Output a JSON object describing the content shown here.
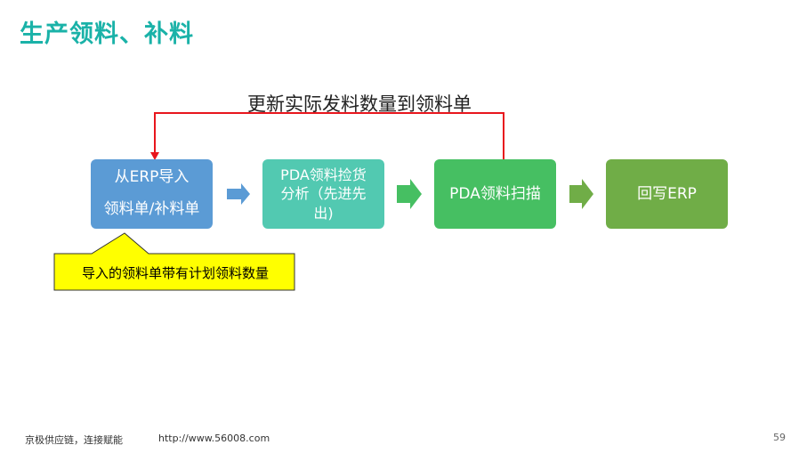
{
  "title": "生产领料、补料",
  "feedback_label": "更新实际发料数量到领料单",
  "steps": [
    {
      "lines": [
        "从ERP导入",
        "领料单/补料单"
      ],
      "color": "#5b9bd5"
    },
    {
      "lines": [
        "PDA领料捡货",
        "分析（先进先",
        "出)"
      ],
      "color": "#52c9b1"
    },
    {
      "lines": [
        "PDA领料扫描"
      ],
      "color": "#46bf62"
    },
    {
      "lines": [
        "回写ERP"
      ],
      "color": "#70ad47"
    }
  ],
  "callout": "导入的领料单带有计划领料数量",
  "footer": {
    "slogan": "京极供应链，连接赋能",
    "url": "http://www.56008.com",
    "page": "59"
  },
  "colors": {
    "title": "#1ab2a8",
    "feedback_line": "#e8161d",
    "callout_fill": "#ffff00",
    "arrow_blue": "#5b9bd5",
    "arrow_green": "#46bf62",
    "arrow_olive": "#70ad47"
  }
}
